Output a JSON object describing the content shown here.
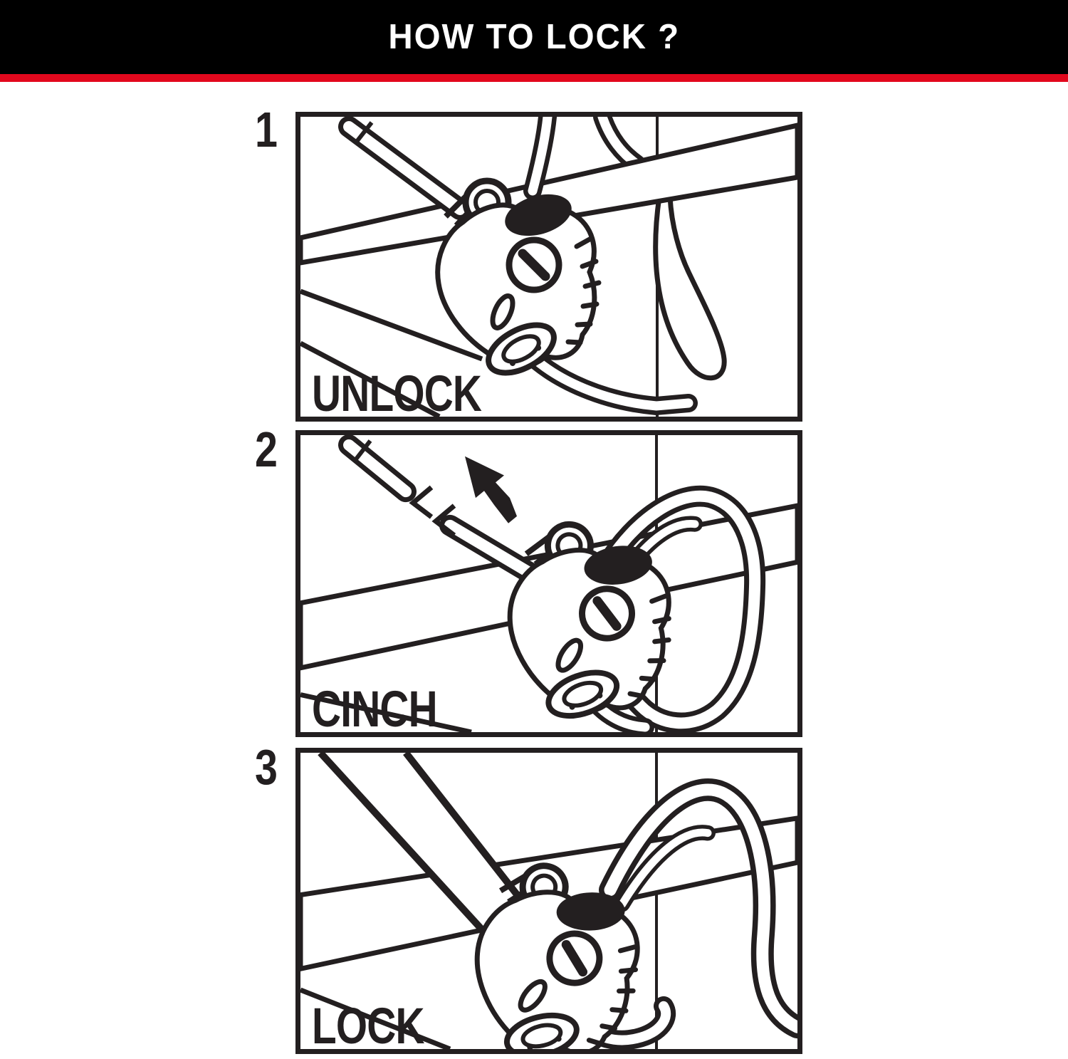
{
  "colors": {
    "ink": "#231f20",
    "header_bg": "#000000",
    "header_text": "#ffffff",
    "stripe_red": "#e2081d"
  },
  "header": {
    "title": "HOW TO LOCK ?"
  },
  "steps": [
    {
      "number": "1",
      "label": "UNLOCK",
      "illustration": "cable-lock-open-around-rack"
    },
    {
      "number": "2",
      "label": "CINCH",
      "illustration": "cable-being-cinched-with-motion-arrow",
      "arrow_icon": "up-left-motion-arrow"
    },
    {
      "number": "3",
      "label": "LOCK",
      "illustration": "cable-lock-secured-on-rack"
    }
  ]
}
